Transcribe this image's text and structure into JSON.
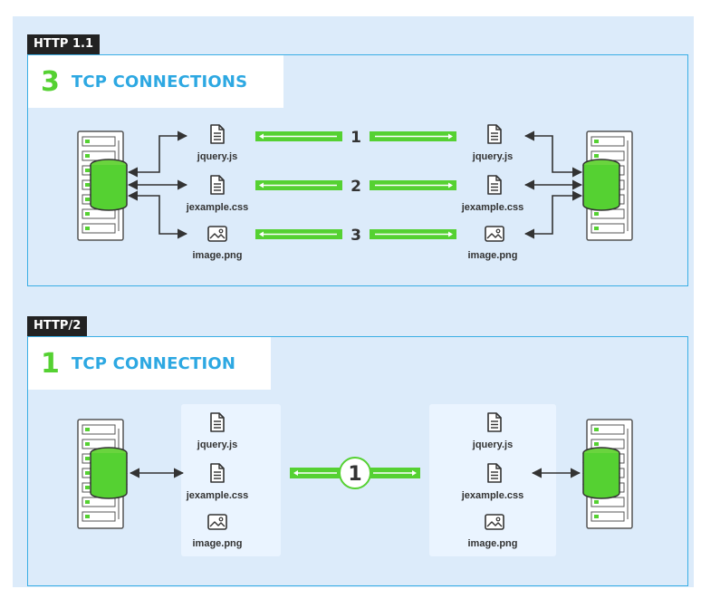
{
  "http11": {
    "tag": "HTTP 1.1",
    "count": "3",
    "title": "TCP CONNECTIONS",
    "connections": [
      "1",
      "2",
      "3"
    ]
  },
  "http2": {
    "tag": "HTTP/2",
    "count": "1",
    "title": "TCP CONNECTION",
    "connection": "1"
  },
  "files": {
    "jquery": "jquery.js",
    "jexample": "jexample.css",
    "image": "image.png"
  },
  "colors": {
    "accent_blue": "#2da8e2",
    "accent_green": "#55d132",
    "background": "#dcebfa",
    "tag_bg": "#222222"
  },
  "icons": {
    "server": "server-rack-icon",
    "database": "database-icon",
    "document": "document-icon",
    "image": "image-icon"
  }
}
